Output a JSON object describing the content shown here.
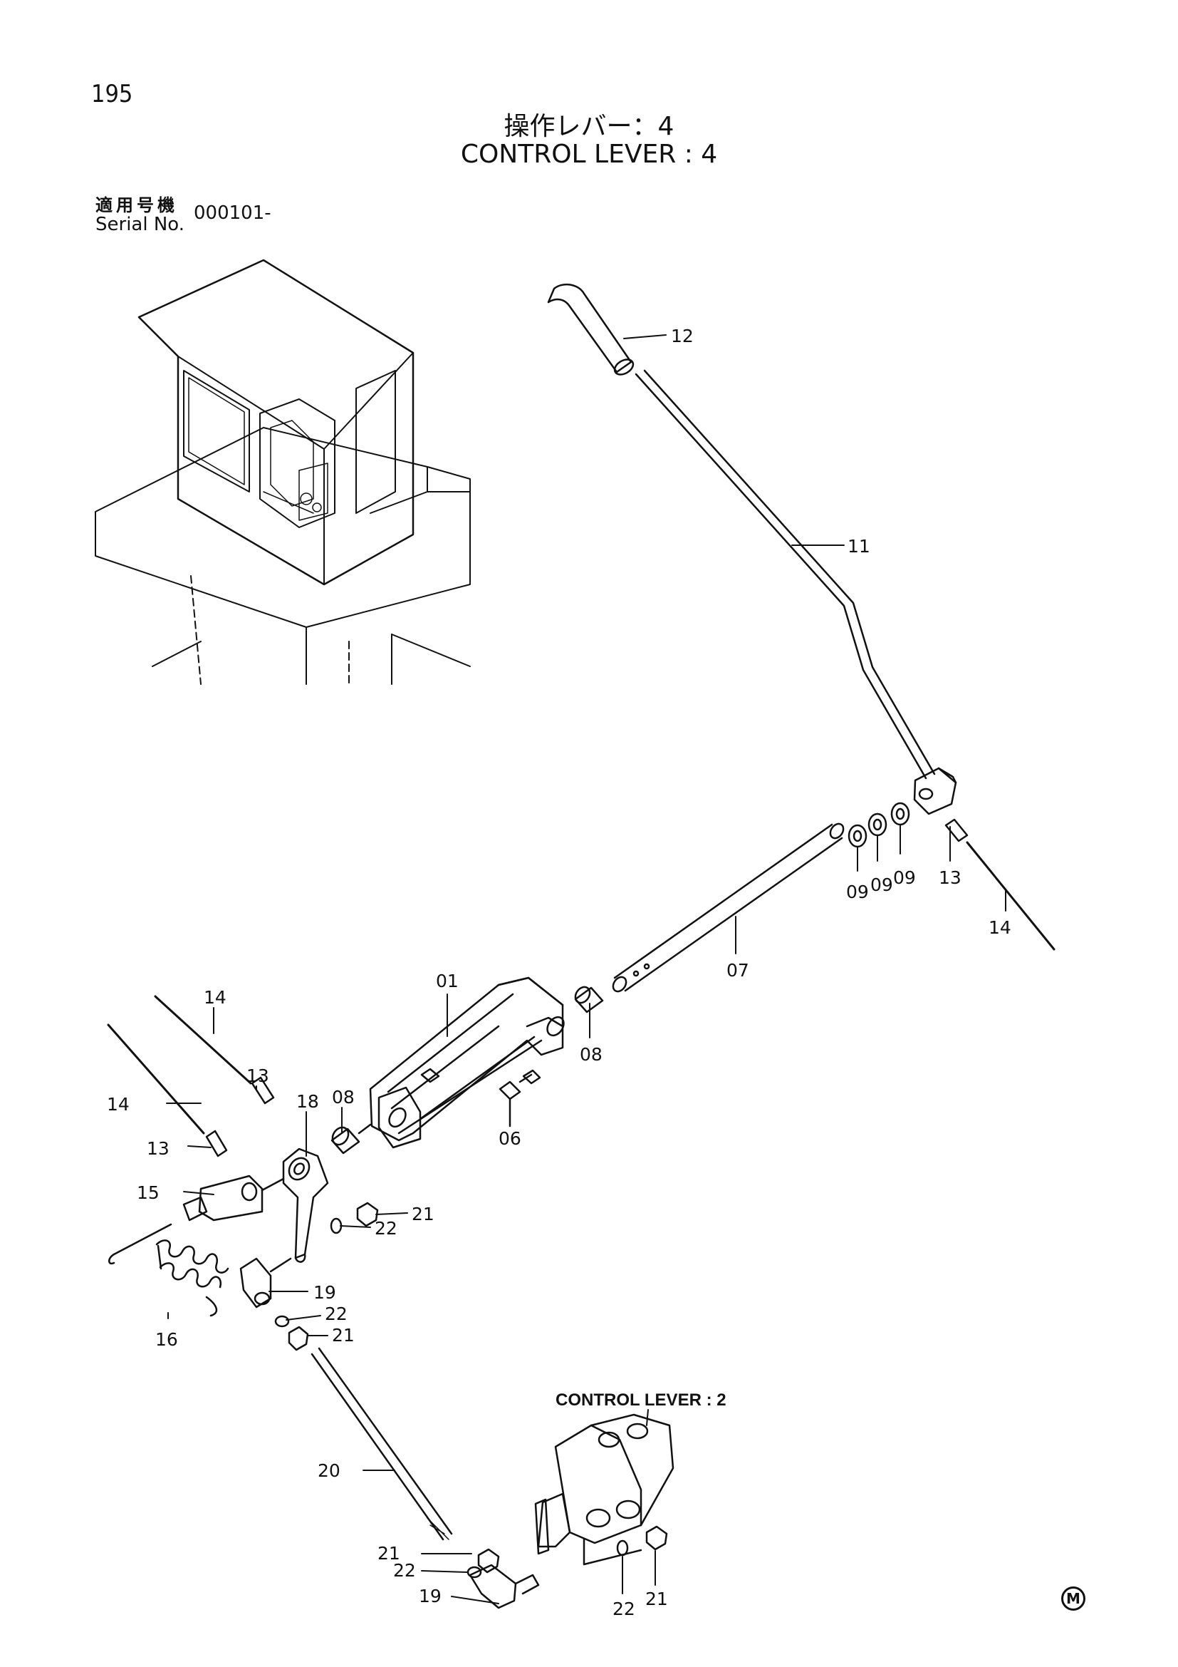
{
  "page_number": "195",
  "title_ja": "操作レバー：4",
  "title_en": "CONTROL LEVER : 4",
  "serial": {
    "label_ja": "適用号機",
    "label_en": "Serial No.",
    "value": "000101-"
  },
  "reference_label": "CONTROL LEVER : 2",
  "corner_mark": "M",
  "callouts": {
    "p12": "12",
    "p11": "11",
    "p09a": "09",
    "p09b": "09",
    "p09c": "09",
    "p13r": "13",
    "p14r": "14",
    "p07": "07",
    "p01": "01",
    "p08r": "08",
    "p06": "06",
    "p08l": "08",
    "p18": "18",
    "p14a": "14",
    "p14b": "14",
    "p13a": "13",
    "p13b": "13",
    "p15": "15",
    "p21a": "21",
    "p22a": "22",
    "p16": "16",
    "p19a": "19",
    "p22b": "22",
    "p21b": "21",
    "p20": "20",
    "p21c": "21",
    "p22c": "22",
    "p19b": "19",
    "p22d": "22",
    "p21d": "21"
  }
}
